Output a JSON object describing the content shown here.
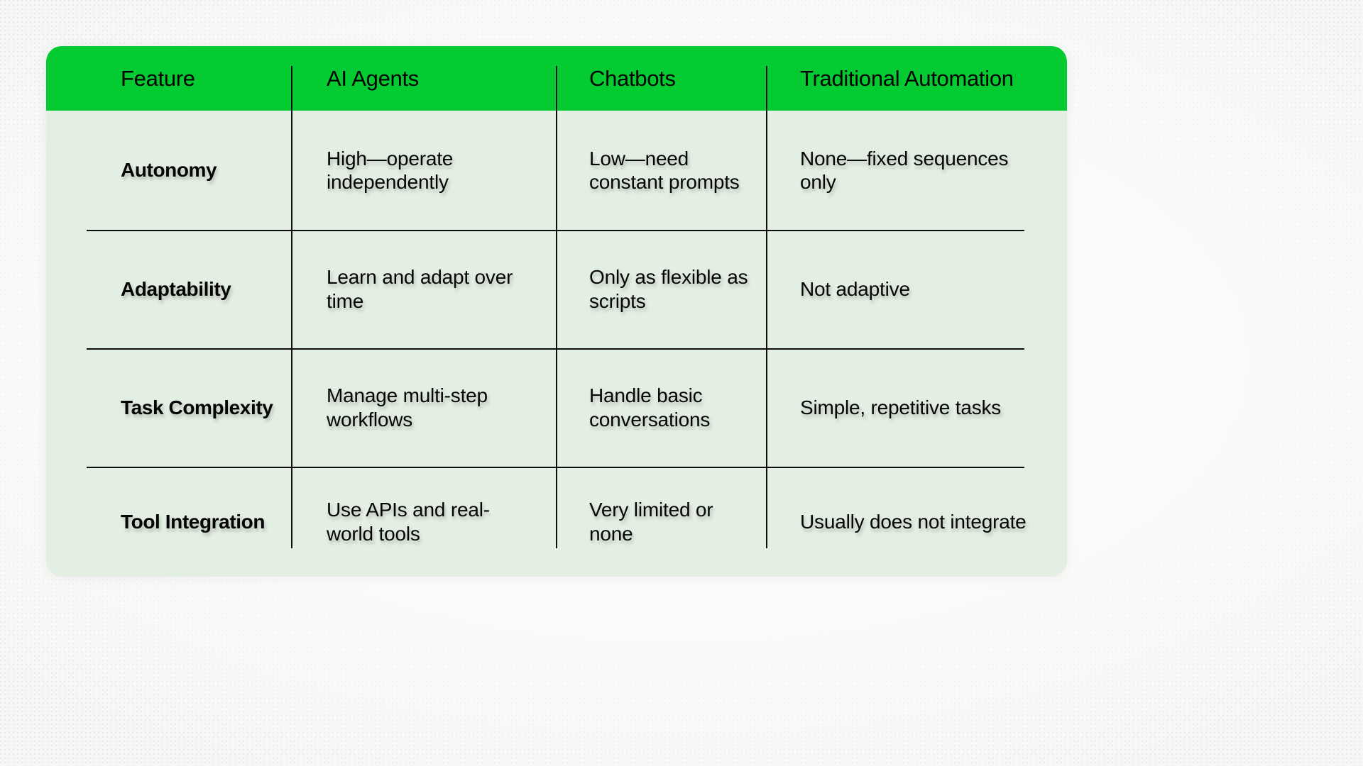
{
  "theme": {
    "page_background": "#f6f6f4",
    "card_background": "#e4efe3",
    "header_background": "#04cb31",
    "text_color": "#050505",
    "rule_color": "#0d0d0d"
  },
  "table": {
    "headers": [
      "Feature",
      "AI Agents",
      "Chatbots",
      "Traditional Automation"
    ],
    "rows": [
      {
        "feature": "Autonomy",
        "ai_agents": "High—operate independently",
        "chatbots": "Low—need constant prompts",
        "traditional_automation": "None—fixed sequences only"
      },
      {
        "feature": "Adaptability",
        "ai_agents": "Learn and adapt over time",
        "chatbots": "Only as flexible as scripts",
        "traditional_automation": "Not adaptive"
      },
      {
        "feature": "Task Complexity",
        "ai_agents": "Manage multi-step workflows",
        "chatbots": "Handle basic conversations",
        "traditional_automation": "Simple, repetitive tasks"
      },
      {
        "feature": "Tool Integration",
        "ai_agents": "Use APIs and real-world tools",
        "chatbots": "Very limited or none",
        "traditional_automation": "Usually does not integrate"
      }
    ]
  }
}
